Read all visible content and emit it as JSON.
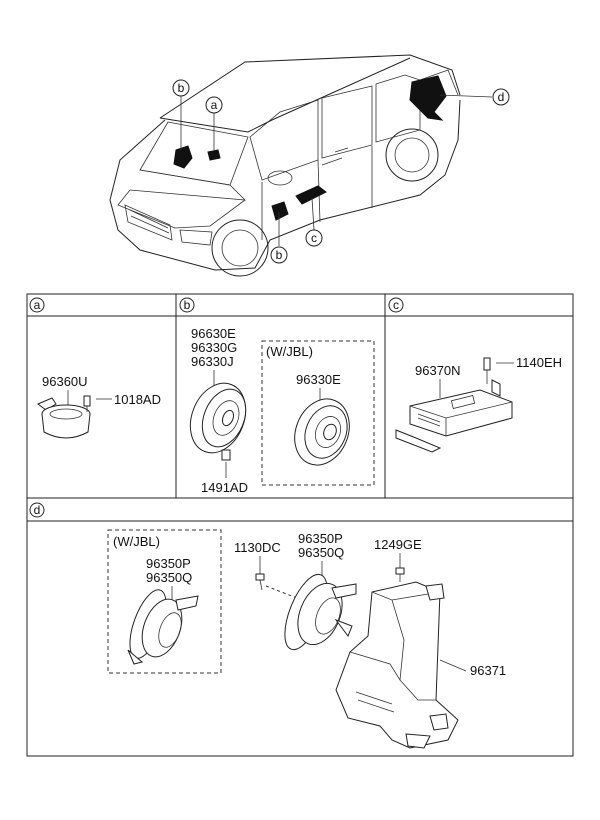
{
  "vehicle_callouts": {
    "a": "a",
    "b_top": "b",
    "b_bottom": "b",
    "c": "c",
    "d": "d"
  },
  "sections": {
    "a": {
      "letter": "a",
      "parts": [
        "96360U",
        "1018AD"
      ]
    },
    "b": {
      "letter": "b",
      "parts": [
        "96630E",
        "96330G",
        "96330J",
        "1491AD"
      ],
      "option_label": "(W/JBL)",
      "option_parts": [
        "96330E"
      ]
    },
    "c": {
      "letter": "c",
      "parts": [
        "96370N",
        "1140EH"
      ]
    },
    "d": {
      "letter": "d",
      "option_label": "(W/JBL)",
      "option_parts": [
        "96350P",
        "96350Q"
      ],
      "parts": [
        "1130DC",
        "96350P",
        "96350Q",
        "1249GE",
        "96371"
      ]
    }
  }
}
